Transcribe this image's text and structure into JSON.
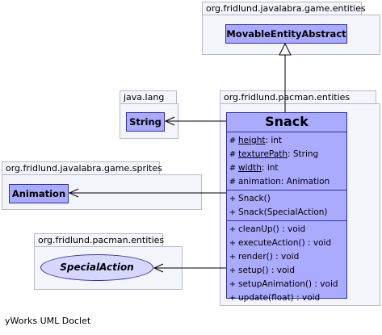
{
  "packages": {
    "game_entities": "org.fridlund.javalabra.game.entities",
    "java_lang": "java.lang",
    "pacman_entities_main": "org.fridlund.pacman.entities",
    "game_sprites": "org.fridlund.javalabra.game.sprites",
    "pacman_entities_action": "org.fridlund.pacman.entities"
  },
  "classes": {
    "movable": "MovableEntityAbstract",
    "string": "String",
    "animation": "Animation",
    "special_action": "SpecialAction"
  },
  "snack": {
    "name": "Snack",
    "fields": [
      {
        "vis": "#",
        "name": "height",
        "type": " : int",
        "static": true
      },
      {
        "vis": "#",
        "name": "texturePath",
        "type": " : String",
        "static": true
      },
      {
        "vis": "#",
        "name": "width",
        "type": " : int",
        "static": true
      },
      {
        "vis": "#",
        "name": "animation",
        "type": " : Animation",
        "static": false
      }
    ],
    "constructors": [
      {
        "vis": "+",
        "text": "Snack()"
      },
      {
        "vis": "+",
        "text": "Snack(SpecialAction)"
      }
    ],
    "methods": [
      {
        "vis": "+",
        "text": "cleanUp() : void"
      },
      {
        "vis": "+",
        "text": "executeAction() : void"
      },
      {
        "vis": "+",
        "text": "render() : void"
      },
      {
        "vis": "+",
        "text": "setup() : void"
      },
      {
        "vis": "+",
        "text": "setupAnimation() : void"
      },
      {
        "vis": "+",
        "text": "update(float) : void"
      }
    ]
  },
  "footer": "yWorks UML Doclet"
}
